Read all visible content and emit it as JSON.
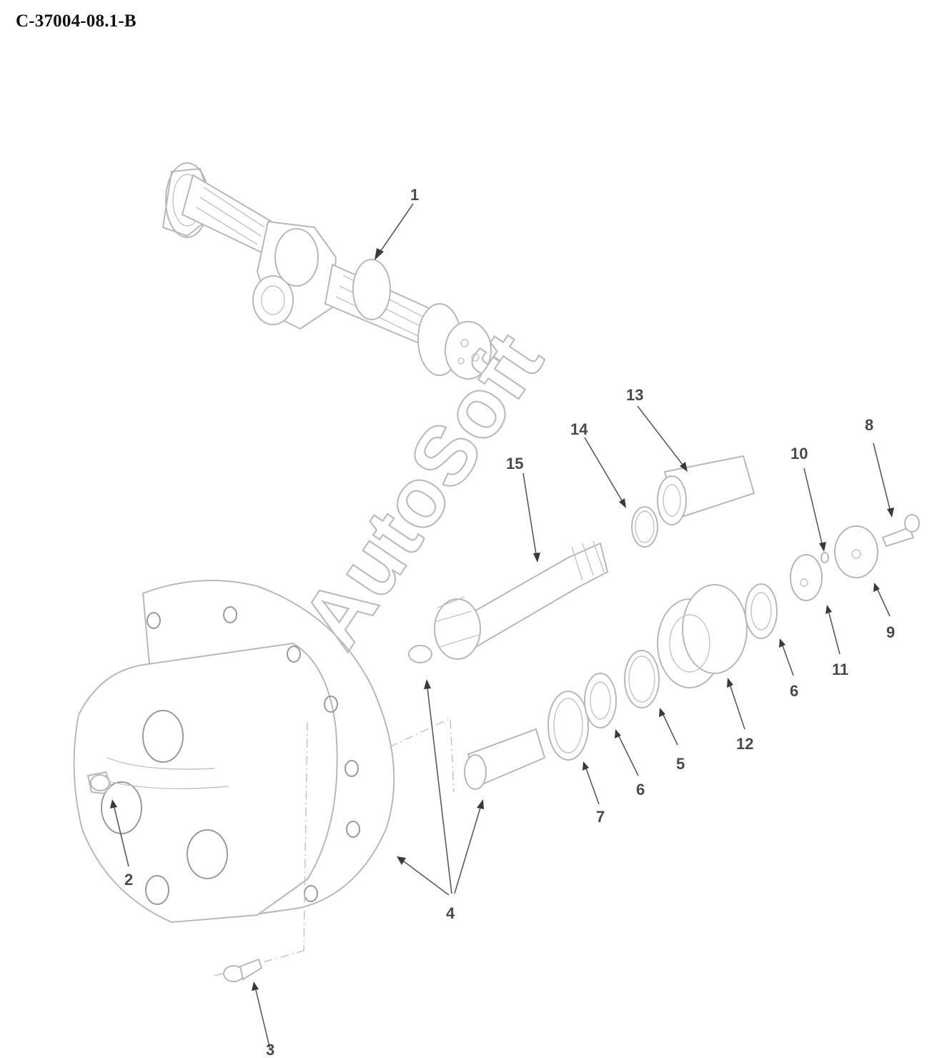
{
  "header": {
    "title": "C-37004-08.1-B"
  },
  "watermark": {
    "text": "AutoSoft"
  },
  "callouts": [
    {
      "id": "c1",
      "label": "1"
    },
    {
      "id": "c2",
      "label": "2"
    },
    {
      "id": "c3",
      "label": "3"
    },
    {
      "id": "c4",
      "label": "4"
    },
    {
      "id": "c5",
      "label": "5"
    },
    {
      "id": "c6a",
      "label": "6"
    },
    {
      "id": "c6b",
      "label": "6"
    },
    {
      "id": "c7",
      "label": "7"
    },
    {
      "id": "c8",
      "label": "8"
    },
    {
      "id": "c9",
      "label": "9"
    },
    {
      "id": "c10",
      "label": "10"
    },
    {
      "id": "c11",
      "label": "11"
    },
    {
      "id": "c12",
      "label": "12"
    },
    {
      "id": "c13",
      "label": "13"
    },
    {
      "id": "c14",
      "label": "14"
    },
    {
      "id": "c15",
      "label": "15"
    }
  ],
  "colors": {
    "line": "#b8b8b8",
    "text": "#4a4a4a",
    "background": "#ffffff"
  }
}
